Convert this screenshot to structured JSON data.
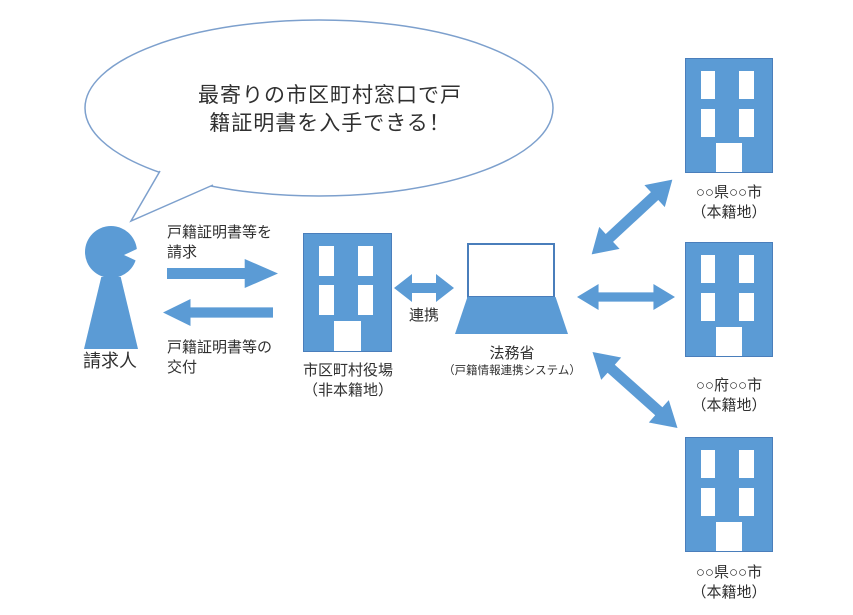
{
  "bubble": {
    "line1": "最寄りの市区町村窓口で戸",
    "line2": "籍証明書を入手できる！"
  },
  "requester": {
    "label": "請求人"
  },
  "request_arrow": {
    "line1": "戸籍証明書等を",
    "line2": "請求"
  },
  "issue_arrow": {
    "line1": "戸籍証明書等の",
    "line2": "交付"
  },
  "municipal_office": {
    "line1": "市区町村役場",
    "line2": "（非本籍地）"
  },
  "linkage": {
    "label": "連携"
  },
  "moj": {
    "line1": "法務省",
    "line2": "（戸籍情報連携システム）"
  },
  "honseki_offices": [
    {
      "line1": "○○県○○市",
      "line2": "（本籍地）"
    },
    {
      "line1": "○○府○○市",
      "line2": "（本籍地）"
    },
    {
      "line1": "○○県○○市",
      "line2": "（本籍地）"
    }
  ],
  "colors": {
    "shape_blue": "#5b9bd5",
    "shape_border": "#4a7ebb",
    "bubble_stroke": "#7da0cd",
    "text": "#303030"
  }
}
